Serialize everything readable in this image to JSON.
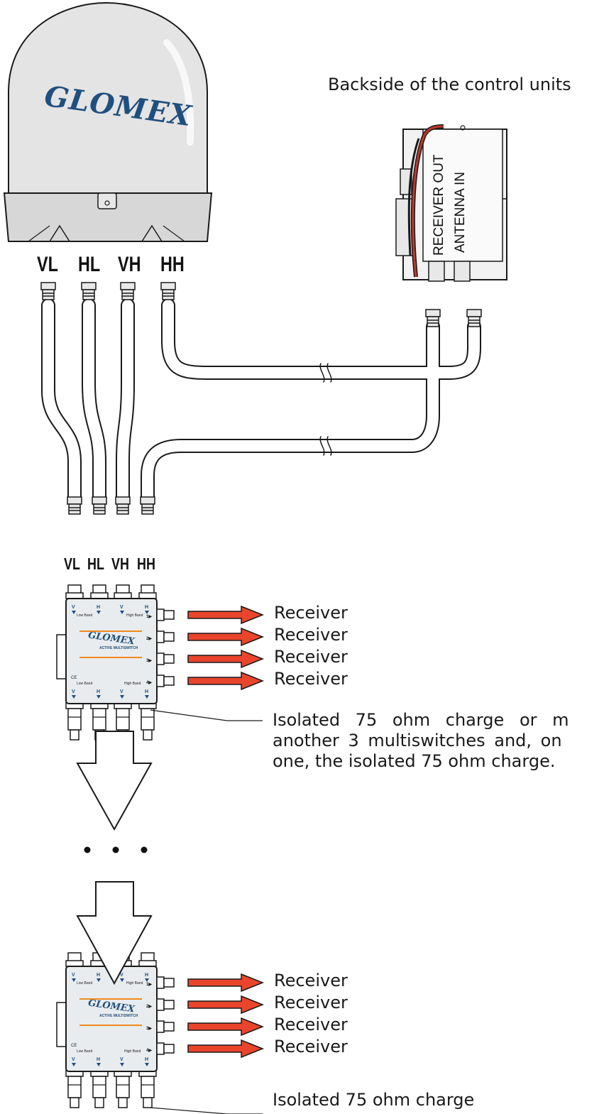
{
  "dome": {
    "brand": "GLOMEX",
    "ports": [
      "VL",
      "HL",
      "VH",
      "HH"
    ]
  },
  "control_unit": {
    "title": "Backside of the control units",
    "receiver_out": "RECEIVER OUT",
    "antenna_in": "ANTENNA IN"
  },
  "multiswitch_top": {
    "port_labels": [
      "VL",
      "HL",
      "VH",
      "HH"
    ],
    "outputs": [
      "Receiver",
      "Receiver",
      "Receiver",
      "Receiver"
    ],
    "note": [
      "Isolated 75 ohm charge or m",
      "another 3 multiswitches and, on",
      "one, the isolated 75 ohm charge."
    ]
  },
  "multiswitch_bottom": {
    "outputs": [
      "Receiver",
      "Receiver",
      "Receiver",
      "Receiver"
    ],
    "note": "Isolated 75 ohm charge"
  },
  "continuation": "• • •",
  "switch_face": {
    "brand": "GLOMEX",
    "title": "ACTIVE MULTISWITCH",
    "top_row": [
      "V",
      "H",
      "V",
      "H"
    ],
    "low_band": "Low Band",
    "high_band": "High Band",
    "outputs": [
      "1",
      "2",
      "3",
      "4"
    ],
    "ce": "CE"
  },
  "colors": {
    "arrow": "#e8452c",
    "brand": "#1f4f7e",
    "band": "#f08a1c",
    "dome": "#e3e3e3"
  }
}
